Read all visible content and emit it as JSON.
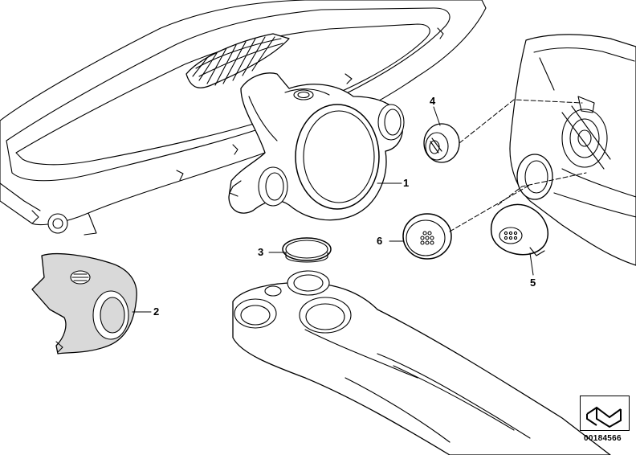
{
  "diagram": {
    "callouts": [
      {
        "label": "1"
      },
      {
        "label": "2"
      },
      {
        "label": "3"
      },
      {
        "label": "4"
      },
      {
        "label": "5"
      },
      {
        "label": "6"
      }
    ],
    "document_id": "00184566",
    "stroke_color": "#000000",
    "fill_color": "#ffffff",
    "shade_color": "#d9d9d9"
  }
}
